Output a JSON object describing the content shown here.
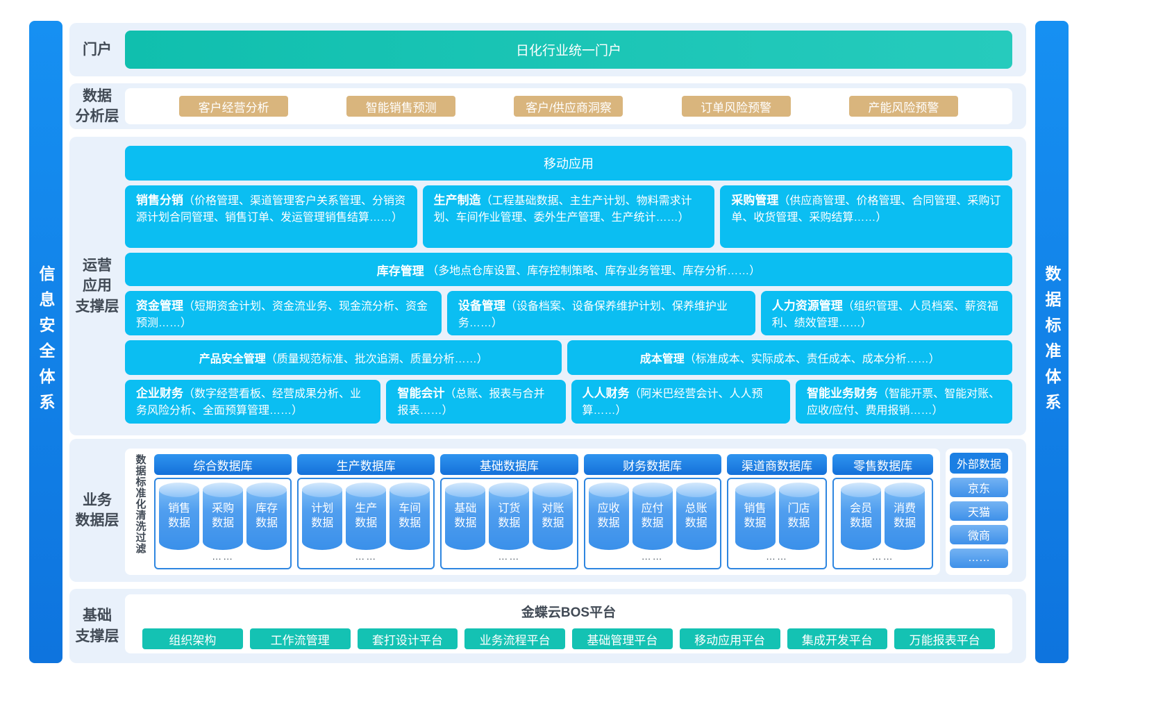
{
  "colors": {
    "band_bg": "#E9F1FB",
    "teal": "#12C2B3",
    "cyan": "#0BBEF2",
    "blue_bar": "#1184EA",
    "tan": "#D9B57D",
    "db_header_blue": "#1B7FE3",
    "db_border": "#2E86E0"
  },
  "side_bars": {
    "left": "信息安全体系",
    "right": "数据标准体系"
  },
  "portal": {
    "label": "门户",
    "bar": "日化行业统一门户"
  },
  "analysis": {
    "label": "数据\n分析层",
    "items": [
      "客户经营分析",
      "智能销售预测",
      "客户/供应商洞察",
      "订单风险预警",
      "产能风险预警"
    ]
  },
  "operations": {
    "label": "运营\n应用\n支撑层",
    "mobile_bar": "移动应用",
    "row1": [
      {
        "title": "销售分销",
        "desc": "（价格管理、渠道管理客户关系管理、分销资源计划合同管理、销售订单、发运管理销售结算……）"
      },
      {
        "title": "生产制造",
        "desc": "（工程基础数据、主生产计划、物料需求计划、车间作业管理、委外生产管理、生产统计……）"
      },
      {
        "title": "采购管理",
        "desc": "（供应商管理、价格管理、合同管理、采购订单、收货管理、采购结算……）"
      }
    ],
    "inventory": {
      "title": "库存管理",
      "desc": "（多地点仓库设置、库存控制策略、库存业务管理、库存分析……）"
    },
    "row2": [
      {
        "title": "资金管理",
        "desc": "（短期资金计划、资金流业务、现金流分析、资金预测……）"
      },
      {
        "title": "设备管理",
        "desc": "（设备档案、设备保养维护计划、保养维护业务……）"
      },
      {
        "title": "人力资源管理",
        "desc": "（组织管理、人员档案、薪资福利、绩效管理……）"
      }
    ],
    "row3": [
      {
        "title": "产品安全管理",
        "desc": "（质量规范标准、批次追溯、质量分析……）"
      },
      {
        "title": "成本管理",
        "desc": "（标准成本、实际成本、责任成本、成本分析……）"
      }
    ],
    "row4": [
      {
        "title": "企业财务",
        "desc": "（数字经营看板、经营成果分析、业务风险分析、全面预算管理……）"
      },
      {
        "title": "智能会计",
        "desc": "（总账、报表与合并报表……）"
      },
      {
        "title": "人人财务",
        "desc": "（阿米巴经营会计、人人预算……）"
      },
      {
        "title": "智能业务财务",
        "desc": "（智能开票、智能对账、应收/应付、费用报销……）"
      }
    ]
  },
  "data_layer": {
    "label": "业务\n数据层",
    "strip": "数据标准化清洗过滤",
    "databases": [
      {
        "name": "综合数据库",
        "cylinders": [
          "销售\n数据",
          "采购\n数据",
          "库存\n数据"
        ],
        "more": "……"
      },
      {
        "name": "生产数据库",
        "cylinders": [
          "计划\n数据",
          "生产\n数据",
          "车间\n数据"
        ],
        "more": "……"
      },
      {
        "name": "基础数据库",
        "cylinders": [
          "基础\n数据",
          "订货\n数据",
          "对账\n数据"
        ],
        "more": "……"
      },
      {
        "name": "财务数据库",
        "cylinders": [
          "应收\n数据",
          "应付\n数据",
          "总账\n数据"
        ],
        "more": "……"
      },
      {
        "name": "渠道商数据库",
        "cylinders": [
          "销售\n数据",
          "门店\n数据"
        ],
        "more": "……"
      },
      {
        "name": "零售数据库",
        "cylinders": [
          "会员\n数据",
          "消费\n数据"
        ],
        "more": "……"
      }
    ],
    "external": {
      "name": "外部数据",
      "items": [
        "京东",
        "天猫",
        "微商",
        "……"
      ]
    }
  },
  "platform": {
    "label": "基础\n支撑层",
    "title": "金蝶云BOS平台",
    "items": [
      "组织架构",
      "工作流管理",
      "套打设计平台",
      "业务流程平台",
      "基础管理平台",
      "移动应用平台",
      "集成开发平台",
      "万能报表平台"
    ]
  }
}
